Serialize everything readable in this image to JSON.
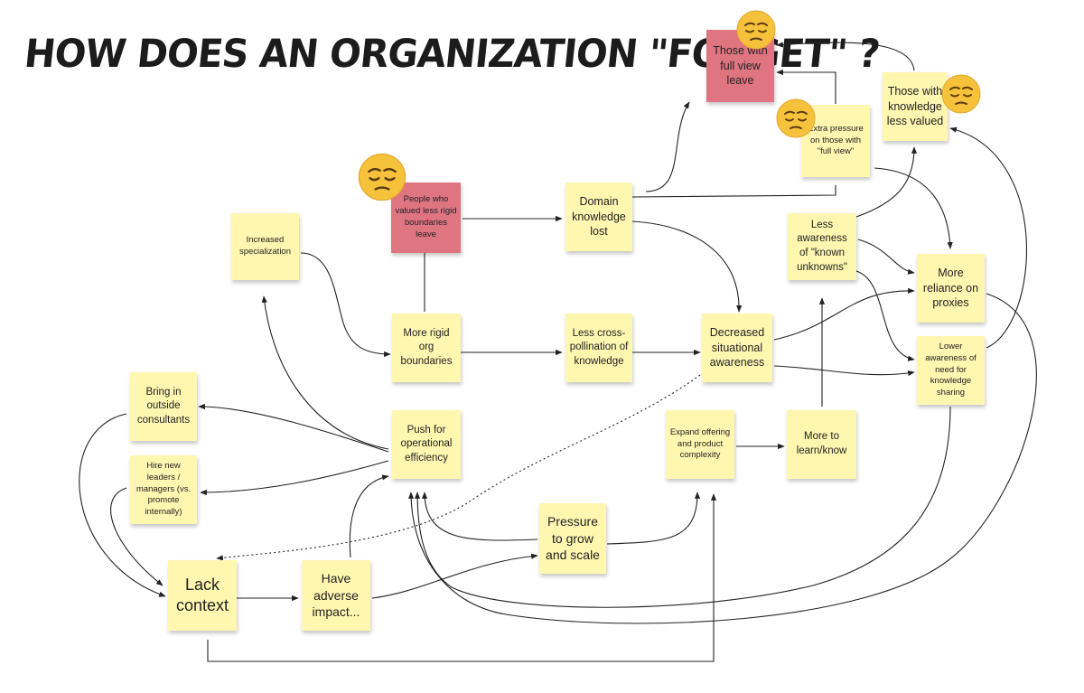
{
  "title": "HOW DOES AN ORGANIZATION \"FORGET\" ?",
  "emoji": {
    "sad_face": "pensive-face"
  },
  "notes": {
    "those_full_view": "Those with full view leave",
    "those_knowledge": "Those with knowledge less valued",
    "extra_pressure": "Extra pressure on those with \"full view\"",
    "people_valued": "People who valued less rigid boundaries leave",
    "domain_knowledge": "Domain knowledge lost",
    "increased_specialization": "Increased specialization",
    "less_awareness_known": "Less awareness of \"known unknowns\"",
    "more_reliance": "More reliance on proxies",
    "more_rigid": "More rigid org boundaries",
    "less_cross": "Less cross-pollination of knowledge",
    "decreased_situational": "Decreased situational awareness",
    "lower_awareness_sharing": "Lower awareness of need for knowledge sharing",
    "bring_consultants": "Bring in outside consultants",
    "push_efficiency": "Push for operational efficiency",
    "expand_offering": "Expand offering and product complexity",
    "more_to_learn": "More to learn/know",
    "hire_leaders": "Hire new leaders / managers (vs. promote internally)",
    "pressure_grow": "Pressure to grow and scale",
    "lack_context": "Lack context",
    "adverse_impact": "Have adverse impact..."
  },
  "colors": {
    "sticky_yellow": "#fff7b0",
    "sticky_pink": "#df7581",
    "arrow": "#222222",
    "emoji_face": "#f7c23b"
  }
}
